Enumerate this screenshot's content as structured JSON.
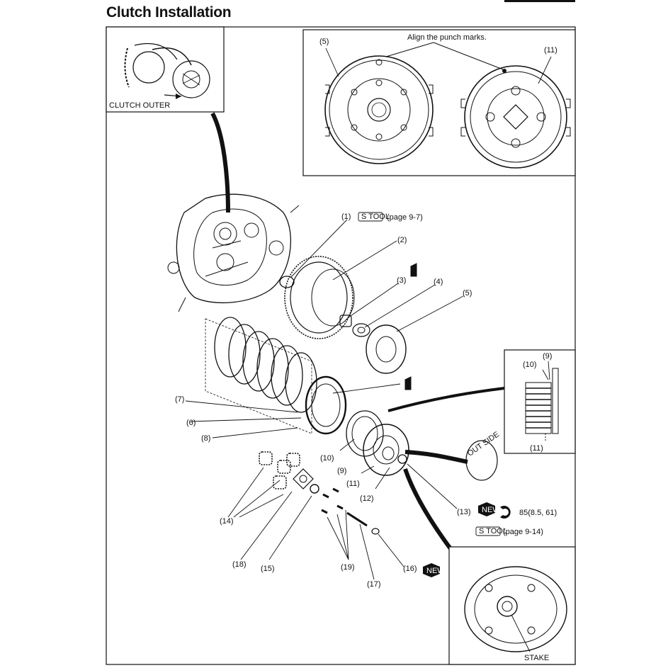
{
  "page_title": "Clutch Installation",
  "inset_clutch_outer_label": "CLUTCH OUTER",
  "punch_note": "Align the punch marks.",
  "stake_label": "STAKE",
  "tool_badge_text": "S TOOL",
  "new_badge_text": "NEW",
  "ring_stamp_text": "OUT SIDE",
  "torque_value": "85(8.5, 61)",
  "page_ref_1": "(page 9-7)",
  "page_ref_13": "(page 9-14)",
  "callouts": {
    "c1": "(1)",
    "c2": "(2)",
    "c3": "(3)",
    "c4": "(4)",
    "c5": "(5)",
    "c5b": "(5)",
    "c6": "(6)",
    "c7": "(7)",
    "c8": "(8)",
    "c9": "(9)",
    "c9b": "(9)",
    "c10": "(10)",
    "c10b": "(10)",
    "c11": "(11)",
    "c11b": "(11)",
    "c11c": "(11)",
    "c12": "(12)",
    "c13": "(13)",
    "c14": "(14)",
    "c15": "(15)",
    "c16": "(16)",
    "c17": "(17)",
    "c18": "(18)",
    "c19": "(19)"
  }
}
